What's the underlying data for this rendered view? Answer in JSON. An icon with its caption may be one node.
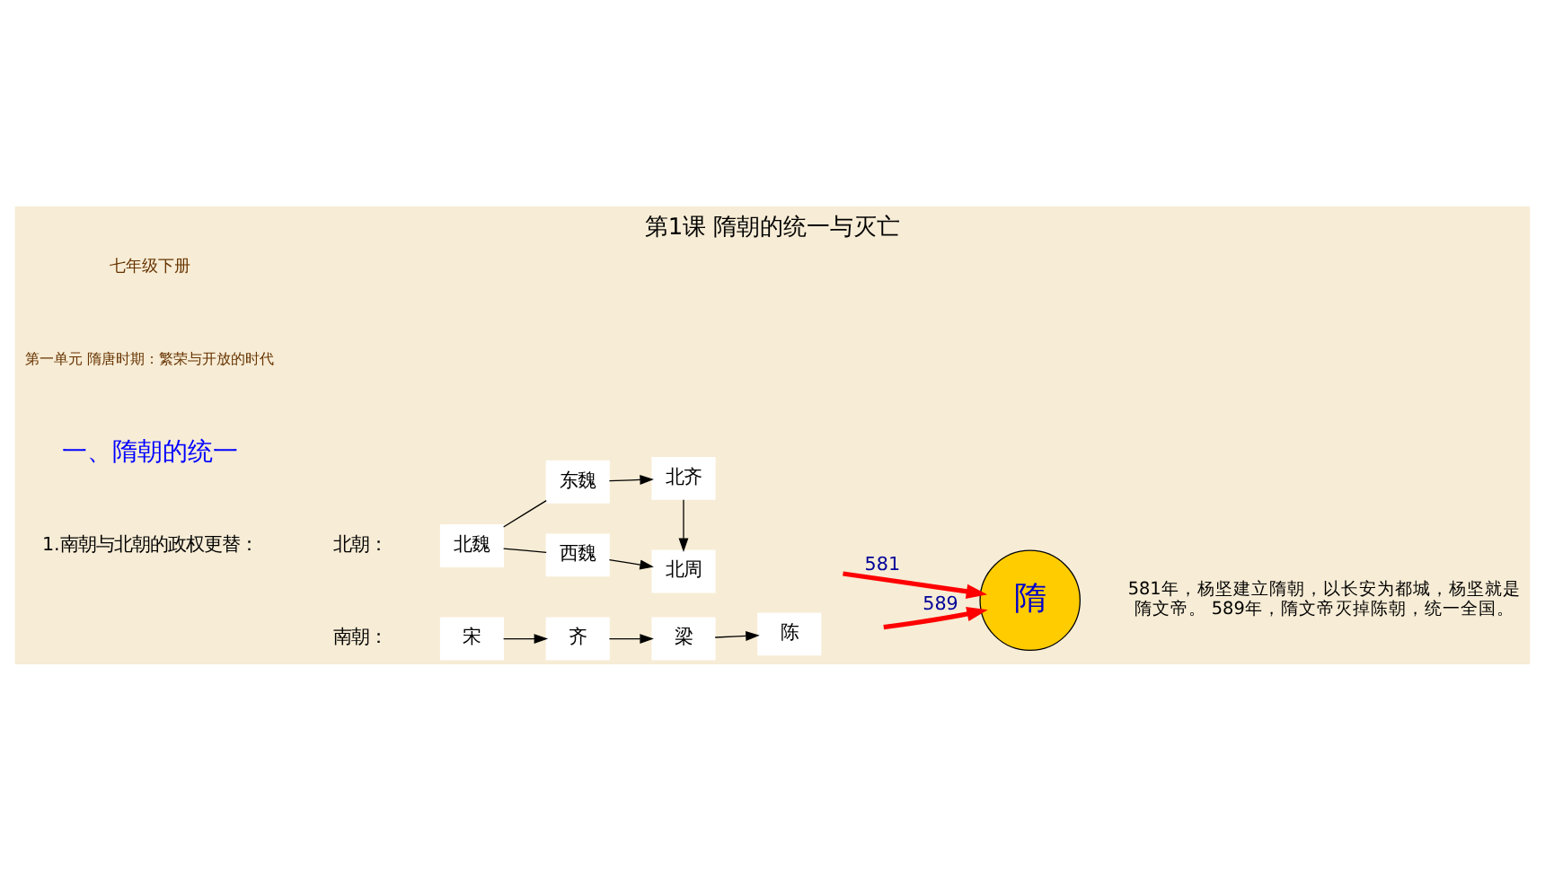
{
  "diagram": {
    "title": "第1课 隋朝的统一与灭亡",
    "nodes": [
      {
        "text": [
          "北魏"
        ]
      },
      {
        "text": [
          "西魏"
        ]
      },
      {
        "text": [
          "北周"
        ]
      },
      {
        "text": [
          "东魏"
        ]
      },
      {
        "text": [
          "北齐"
        ]
      },
      {
        "text": [
          "宋"
        ]
      },
      {
        "text": [
          "齐"
        ]
      },
      {
        "text": [
          "梁"
        ]
      },
      {
        "text": [
          "陈"
        ]
      },
      {
        "text": [
          "隋"
        ]
      }
    ],
    "edges": [
      {
        "from": 0,
        "to": 1,
        "arrow": "none"
      },
      {
        "from": 0,
        "to": 3,
        "arrow": "none"
      },
      {
        "from": 1,
        "to": 2,
        "arrow": "to"
      },
      {
        "from": 3,
        "to": 4,
        "arrow": "to"
      },
      {
        "from": 4,
        "to": 2,
        "arrow": "to"
      },
      {
        "from": 5,
        "to": 6,
        "arrow": "to"
      },
      {
        "from": 6,
        "to": 7,
        "arrow": "to"
      },
      {
        "from": 7,
        "to": 8,
        "arrow": "to"
      },
      {
        "from": null,
        "to": 9,
        "arrow": "to",
        "label": "581",
        "style": "thick",
        "color": "#ff0000"
      },
      {
        "from": null,
        "to": 9,
        "arrow": "to",
        "label": "589",
        "style": "thick",
        "color": "#ff0000"
      }
    ],
    "labels": [
      "七年级下册",
      "第一单元 隋唐时期：繁荣与开放的时代",
      "一、隋朝的统一",
      "1.南朝与北朝的政权更替：",
      "北朝：",
      "南朝：",
      "581年，杨坚建立隋朝，以长安为都城，杨坚就是隋文帝。 589年，隋文帝灭掉陈朝，统一全国。"
    ]
  }
}
